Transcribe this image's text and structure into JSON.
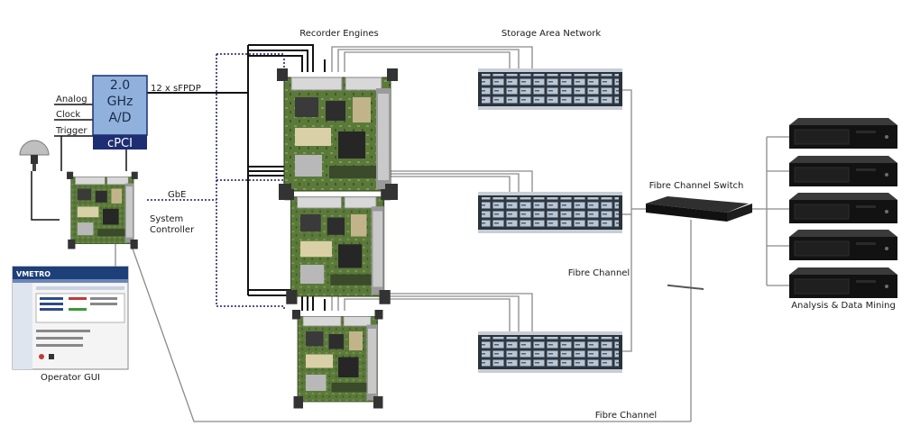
{
  "labels": {
    "recorder_engines": "Recorder Engines",
    "storage_area_network": "Storage Area Network",
    "sfpdp": "12 x sFPDP",
    "analog": "Analog",
    "clock": "Clock",
    "trigger": "Trigger",
    "gbe": "GbE",
    "system_controller_line1": "System",
    "system_controller_line2": "Controller",
    "fibre_channel_switch": "Fibre Channel Switch",
    "fibre_channel_mid": "Fibre Channel",
    "fibre_channel_bottom": "Fibre Channel",
    "analysis_data_mining": "Analysis & Data Mining",
    "operator_gui": "Operator GUI"
  },
  "ad_box": {
    "line1": "2.0",
    "line2": "GHz",
    "line3": "A/D",
    "footer": "cPCI"
  },
  "gui_screen": {
    "logo": "VMETRO"
  },
  "colors": {
    "ad_box_fill": "#8fb1dc",
    "ad_box_footer": "#1e2e73",
    "board_pcb": "#5b7a3a",
    "gui_header": "#1d3f7a",
    "line": "#111111",
    "san_line": "#888888"
  },
  "icons": {
    "antenna": "gps-antenna-icon",
    "board": "cpci-board-icon",
    "storage": "disk-array-icon",
    "switch": "network-switch-icon",
    "server": "rack-server-icon"
  }
}
